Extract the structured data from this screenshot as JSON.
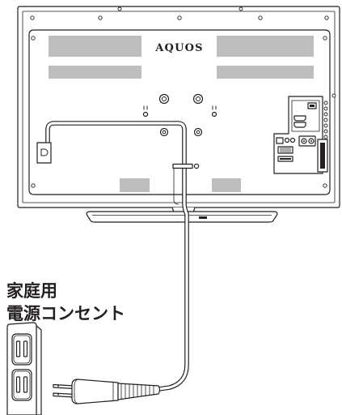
{
  "tv": {
    "brand": "AQUOS"
  },
  "outlet_label": {
    "line1": "家庭用",
    "line2": "電源コンセント"
  }
}
